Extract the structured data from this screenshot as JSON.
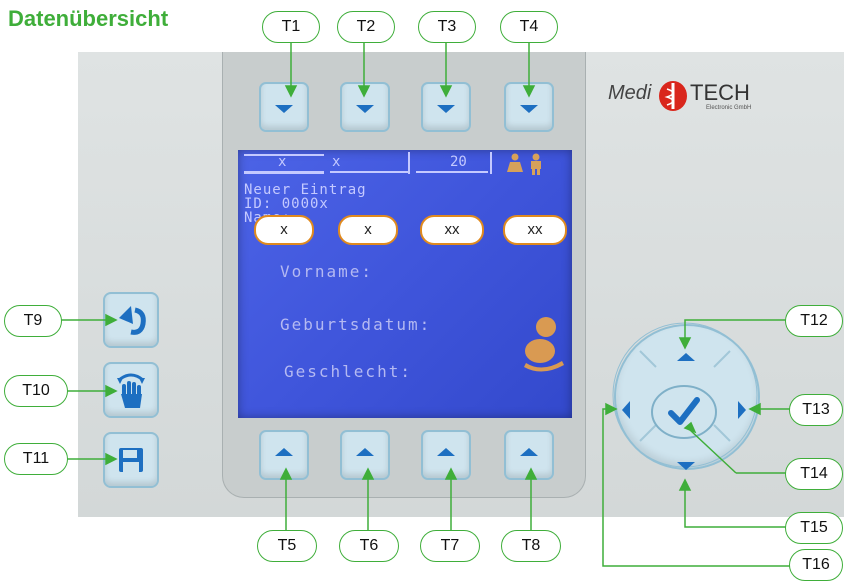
{
  "title": "Datenübersicht",
  "logo": {
    "brand_italic": "Medi",
    "brand_bold": "TECH",
    "sub": "Electronic GmbH"
  },
  "screen": {
    "tab1": "x",
    "tab2": "x",
    "tab3": "20",
    "line1": "Neuer Eintrag",
    "line2": "ID: 0000x",
    "line3": "Name:",
    "field_vorname": "Vorname:",
    "field_geburtsdatum": "Geburtsdatum:",
    "field_geschlecht": "Geschlecht:",
    "placeholders": [
      "x",
      "x",
      "xx",
      "xx"
    ]
  },
  "labels": {
    "t1": "T1",
    "t2": "T2",
    "t3": "T3",
    "t4": "T4",
    "t5": "T5",
    "t6": "T6",
    "t7": "T7",
    "t8": "T8",
    "t9": "T9",
    "t10": "T10",
    "t11": "T11",
    "t12": "T12",
    "t13": "T13",
    "t14": "T14",
    "t15": "T15",
    "t16": "T16"
  },
  "icons": {
    "back": "undo-arrow-icon",
    "hand": "hand-icon",
    "save": "floppy-disk-icon",
    "ok": "checkmark-icon",
    "persons": "male-female-icon",
    "baby": "baby-icon"
  },
  "colors": {
    "accent": "#3fae3a",
    "screen": "#4258dc",
    "key": "#cfe4ee",
    "arrow": "#1d6fc1",
    "highlight": "#e08a1e"
  }
}
